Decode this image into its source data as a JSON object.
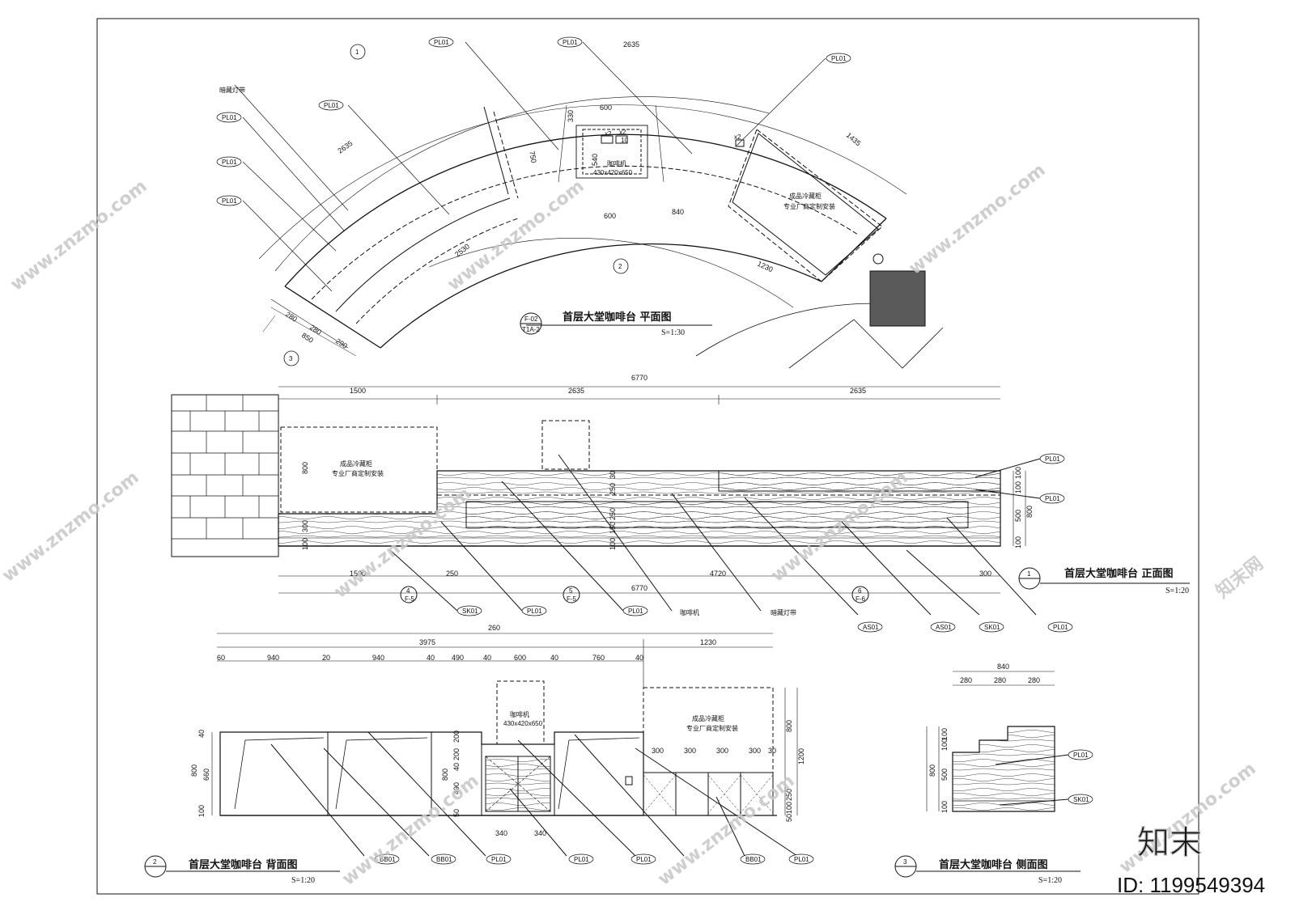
{
  "plan": {
    "title": "首层大堂咖啡台  平面图",
    "scale": "S=1:30",
    "ref_top": "F-02",
    "ref_bottom": "T1A-2",
    "dims": [
      "2635",
      "600",
      "330",
      "750",
      "540",
      "600",
      "840",
      "1435",
      "2635",
      "2530",
      "1230",
      "280",
      "280",
      "290",
      "850"
    ],
    "labels": {
      "hidden_light": "暗藏灯带",
      "machine": "咖啡机",
      "machine_size": "430x420x650",
      "fridge_l1": "成品冷藏柜",
      "fridge_l2": "专业厂商定制安装",
      "x2a": "x2",
      "x2b": "x2",
      "ten": "10",
      "x2c": "x2"
    },
    "callouts": [
      "PL01",
      "PL01",
      "PL01",
      "PL01",
      "PL01",
      "PL01"
    ],
    "markers": [
      "1",
      "2",
      "3"
    ]
  },
  "front": {
    "title": "首层大堂咖啡台  正面图",
    "num": "1",
    "scale": "S=1:20",
    "dims_top": [
      "6770",
      "1500",
      "2635",
      "2635"
    ],
    "dims_bottom_a": [
      "1500",
      "250",
      "4720",
      "300"
    ],
    "dims_bottom_b": "6770",
    "dims_v_left": [
      "800",
      "300",
      "100"
    ],
    "dims_v_mid": [
      "30",
      "250",
      "250",
      "150",
      "100"
    ],
    "dims_v_right": [
      "100",
      "100",
      "800",
      "500",
      "100"
    ],
    "labels": {
      "fridge_l1": "成品冷藏柜",
      "fridge_l2": "专业厂商定制安装"
    },
    "sections": [
      {
        "num": "4",
        "ref": "F-5"
      },
      {
        "num": "5",
        "ref": "F-5"
      },
      {
        "num": "6",
        "ref": "F-6"
      }
    ],
    "callouts_right": [
      "PL01",
      "PL01"
    ],
    "callouts_bottom": [
      "SK01",
      "PL01",
      "PL01",
      "咖啡机",
      "暗藏灯带",
      "AS01",
      "AS01",
      "SK01",
      "PL01"
    ]
  },
  "back": {
    "title": "首层大堂咖啡台  背面图",
    "num": "2",
    "scale": "S=1:20",
    "dims_top1": "260",
    "dims_top2": [
      "3975",
      "1230"
    ],
    "dims_top3": [
      "60",
      "940",
      "20",
      "940",
      "40",
      "490",
      "40",
      "600",
      "40",
      "760",
      "40"
    ],
    "dims_inner": [
      "300",
      "300",
      "300",
      "300",
      "30"
    ],
    "dims_bottom": [
      "340",
      "340"
    ],
    "dims_v_left": [
      "40",
      "800",
      "660",
      "100"
    ],
    "dims_v_mid": [
      "200",
      "200",
      "40",
      "800",
      "490",
      "50"
    ],
    "dims_v_right": [
      "800",
      "1200",
      "250",
      "100",
      "50"
    ],
    "labels": {
      "machine": "咖啡机",
      "machine_size": "430x420x650",
      "fridge_l1": "成品冷藏柜",
      "fridge_l2": "专业厂商定制安装"
    },
    "callouts": [
      "BB01",
      "BB01",
      "PL01",
      "PL01",
      "PL01",
      "BB01",
      "PL01"
    ]
  },
  "side": {
    "title": "首层大堂咖啡台  侧面图",
    "num": "3",
    "scale": "S=1:20",
    "dims_top": "840",
    "dims_sub": [
      "280",
      "280",
      "280"
    ],
    "dims_v": [
      "100",
      "100",
      "800",
      "500",
      "100"
    ],
    "callouts": [
      "PL01",
      "SK01"
    ]
  },
  "watermark": {
    "url": "www.znzmo.com",
    "brand": "知末网",
    "logo": "知末",
    "id": "ID: 1199549394"
  }
}
